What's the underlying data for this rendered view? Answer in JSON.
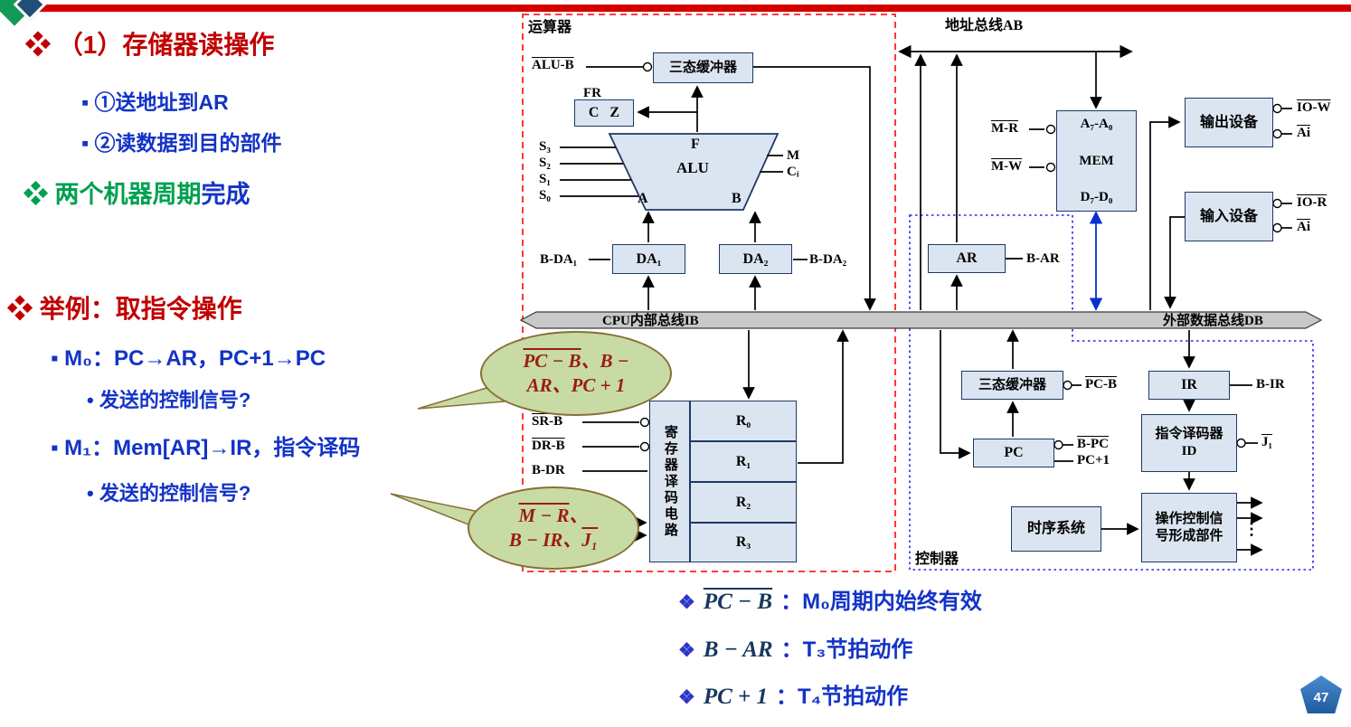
{
  "page": {
    "number": "47"
  },
  "left": {
    "h1": "❖ （1）存储器读操作",
    "b1": "▪ ①送地址到AR",
    "b2": "▪ ②读数据到目的部件",
    "h2_green": "❖ 两个机器周期",
    "h2_blue": "完成",
    "h3": "❖ 举例：取指令操作",
    "m0": "▪ M₀：PC→AR，PC+1→PC",
    "q1": "• 发送的控制信号?",
    "m1": "▪ M₁：Mem[AR]→IR，指令译码",
    "q2": "• 发送的控制信号?"
  },
  "callouts": {
    "c1": {
      "l1_ov": "PC − B",
      "l1_rest": "、B −",
      "l2": "AR、PC + 1"
    },
    "c2": {
      "l1_ov": "M − R",
      "l1_rest": "、",
      "l2_a": "B − IR、",
      "l2_ov": "J₁"
    }
  },
  "notes": {
    "bullet": "❖",
    "items": [
      {
        "math": "PC − B",
        "text": "：M₀周期内始终有效"
      },
      {
        "math": "B − AR",
        "text": "：T₃节拍动作"
      },
      {
        "math": "PC + 1",
        "text": "：T₄节拍动作"
      }
    ]
  },
  "diagram": {
    "section_alu": "运算器",
    "section_ctrl": "控制器",
    "bus_ab": "地址总线AB",
    "bus_ib": "CPU内部总线IB",
    "bus_db": "外部数据总线DB",
    "boxes": {
      "tsb1": "三态缓冲器",
      "fr": "FR",
      "cz": "C   Z",
      "alu": "ALU",
      "f": "F",
      "a": "A",
      "b": "B",
      "da1": "DA₁",
      "da2": "DA₂",
      "regdec": "寄存器译码电路",
      "r0": "R₀",
      "r1": "R₁",
      "r2": "R₂",
      "r3": "R₃",
      "ar": "AR",
      "mem_a": "A₇-A₀",
      "mem": "MEM",
      "mem_d": "D₇-D₀",
      "outdev": "输出设备",
      "indev": "输入设备",
      "tsb2": "三态缓冲器",
      "pc": "PC",
      "ir": "IR",
      "id": "指令译码器\nID",
      "opctl": "操作控制信\n号形成部件",
      "timing": "时序系统"
    },
    "signals": {
      "alu_b": "ALU-B",
      "s3": "S₃",
      "s2": "S₂",
      "s1": "S₁",
      "s0": "S₀",
      "m": "M",
      "ci": "Cᵢ",
      "b_da1": "B-DA₁",
      "b_da2": "B-DA₂",
      "sr_b": "SR-B",
      "dr_b": "DR-B",
      "b_dr": "B-DR",
      "b_ar": "B-AR",
      "m_r": "M-R",
      "m_w": "M-W",
      "io_w": "IO-W",
      "ai1": "Ai",
      "io_r": "IO-R",
      "ai2": "Ai",
      "pc_b": "PC-B",
      "b_pc": "B-PC",
      "pc_plus": "PC+1",
      "b_ir": "B-IR",
      "j1": "J₁",
      "vdots": "⋮"
    }
  }
}
